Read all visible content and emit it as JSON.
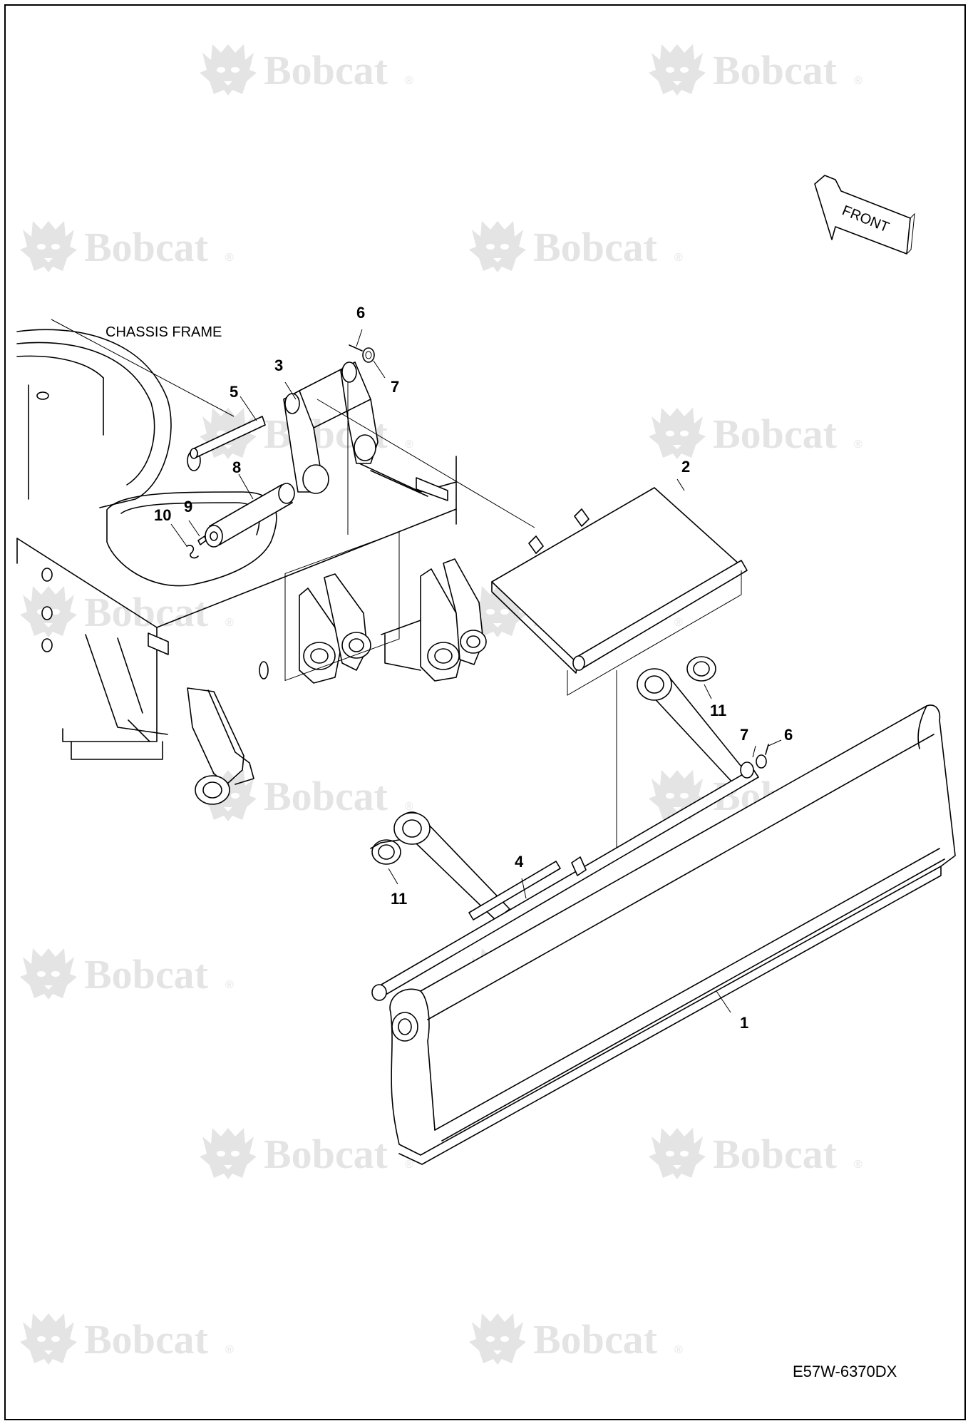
{
  "watermark": {
    "brand": "Bobcat",
    "mark": "®",
    "logo_icon": "bobcat-head-icon"
  },
  "labels": {
    "chassis_frame": "CHASSIS FRAME",
    "front": "FRONT",
    "drawing_id": "E57W-6370DX"
  },
  "callouts": [
    {
      "id": "part-1",
      "text": "1"
    },
    {
      "id": "part-2",
      "text": "2"
    },
    {
      "id": "part-3",
      "text": "3"
    },
    {
      "id": "part-4",
      "text": "4"
    },
    {
      "id": "part-5",
      "text": "5"
    },
    {
      "id": "part-6-top",
      "text": "6"
    },
    {
      "id": "part-6-right",
      "text": "6"
    },
    {
      "id": "part-7-top",
      "text": "7"
    },
    {
      "id": "part-7-right",
      "text": "7"
    },
    {
      "id": "part-8",
      "text": "8"
    },
    {
      "id": "part-9",
      "text": "9"
    },
    {
      "id": "part-10",
      "text": "10"
    },
    {
      "id": "part-11-right",
      "text": "11"
    },
    {
      "id": "part-11-left",
      "text": "11"
    }
  ]
}
